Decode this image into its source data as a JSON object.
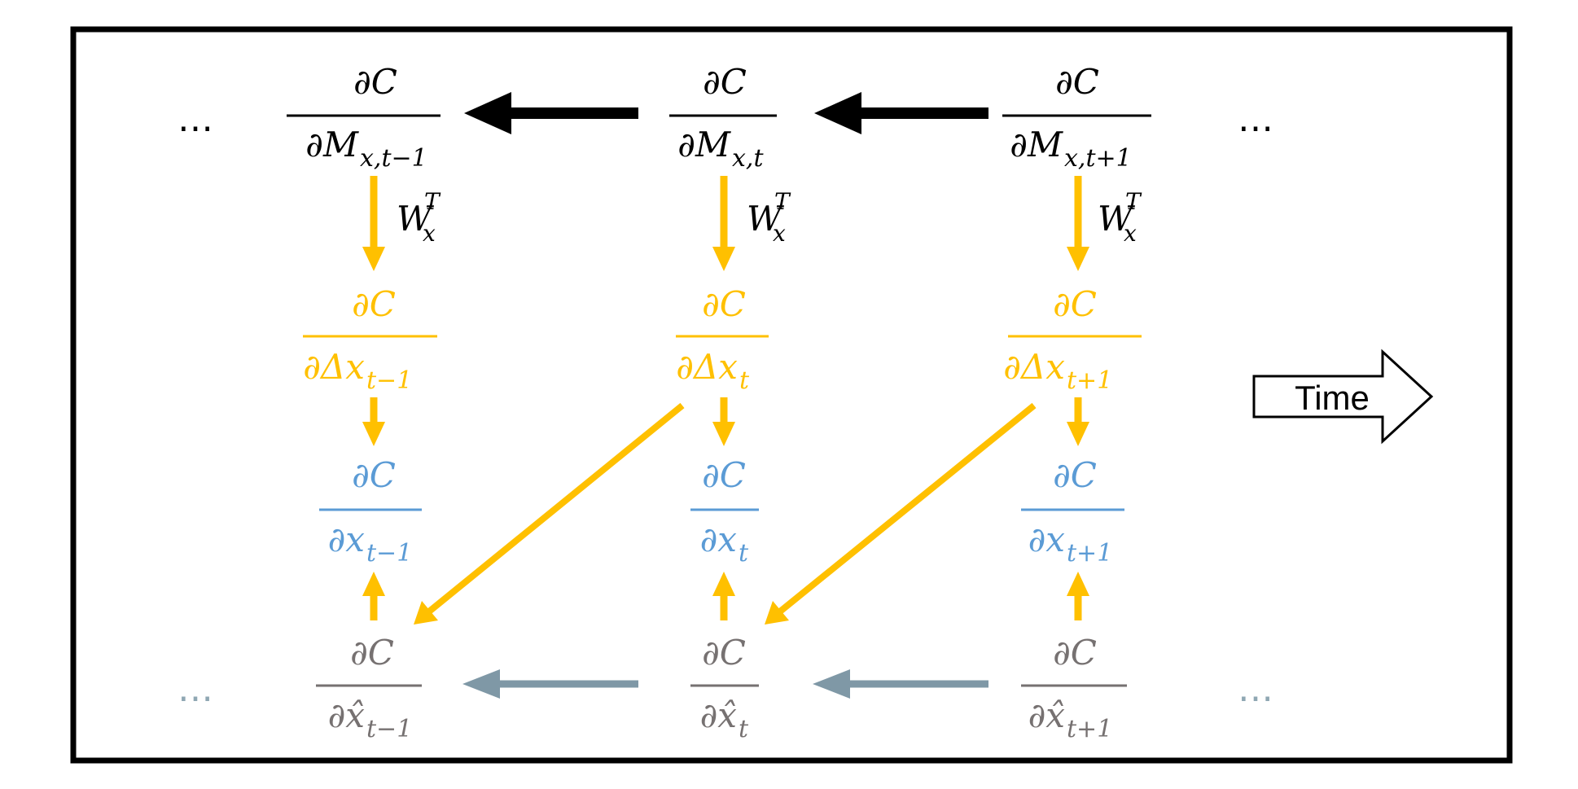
{
  "colors": {
    "black": "#000000",
    "yellow": "#FFC000",
    "blue": "#5B9BD5",
    "gray": "#767171",
    "steel": "#7F98A6"
  },
  "ellipsis": "⋯",
  "time_label": "Time",
  "rows": {
    "M": {
      "numerator": "∂C",
      "prefix": "∂M",
      "subscripts": [
        "x,t−1",
        "x,t",
        "x,t+1"
      ]
    },
    "W": {
      "base": "W",
      "subscript": "x",
      "superscript": "T"
    },
    "dx": {
      "numerator": "∂C",
      "prefix": "∂Δx",
      "subscripts": [
        "t−1",
        "t",
        "t+1"
      ]
    },
    "x": {
      "numerator": "∂C",
      "prefix": "∂x",
      "subscripts": [
        "t−1",
        "t",
        "t+1"
      ]
    },
    "xhat": {
      "numerator": "∂C",
      "prefix": "∂x̂",
      "subscripts": [
        "t−1",
        "t",
        "t+1"
      ]
    }
  }
}
